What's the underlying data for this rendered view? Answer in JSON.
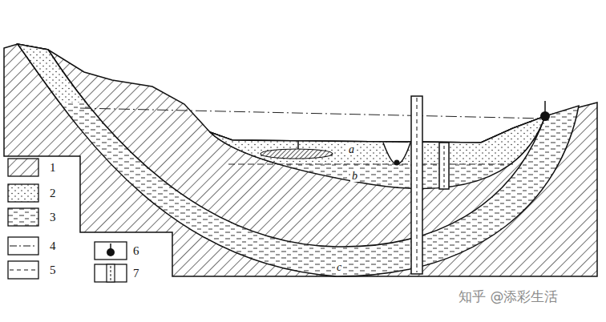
{
  "diagram": {
    "labels": [
      "a",
      "b",
      "c",
      "知乎 @添彩生活"
    ],
    "legend": [
      {
        "text": "1"
      },
      {
        "text": "2"
      },
      {
        "text": "3"
      },
      {
        "text": "4"
      },
      {
        "text": "5"
      },
      {
        "text": "6"
      },
      {
        "text": "7"
      }
    ]
  }
}
